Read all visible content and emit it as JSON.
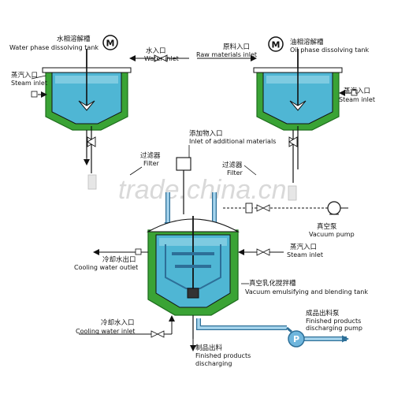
{
  "labels": {
    "water_tank_cn": "水相溶解槽",
    "water_tank_en": "Water phase dissolving tank",
    "water_inlet_cn": "水入口",
    "water_inlet_en": "Water inlet",
    "steam_inlet_left_cn": "蒸汽入口",
    "steam_inlet_left_en": "Steam inlet",
    "raw_inlet_cn": "原料入口",
    "raw_inlet_en": "Raw materials inlet",
    "oil_tank_cn": "油相溶解槽",
    "oil_tank_en": "Oil phase dissolving tank",
    "steam_inlet_right_cn": "蒸汽入口",
    "steam_inlet_right_en": "Steam inlet",
    "additional_cn": "添加物入口",
    "additional_en": "Inlet of additional materials",
    "filter_left_cn": "过滤器",
    "filter_left_en": "Filter",
    "filter_right_cn": "过滤器",
    "filter_right_en": "Filter",
    "vacuum_pump_cn": "真空泵",
    "vacuum_pump_en": "Vacuum pump",
    "cooling_outlet_cn": "冷却水出口",
    "cooling_outlet_en": "Cooling water outlet",
    "steam_inlet_main_cn": "蒸汽入口",
    "steam_inlet_main_en": "Steam inlet",
    "blending_tank_cn": "真空乳化搅拌槽",
    "blending_tank_en": "Vacuum emulsifying and blending tank",
    "cooling_inlet_cn": "冷却水入口",
    "cooling_inlet_en": "Cooling water inlet",
    "product_pump_cn": "成品出料泵",
    "product_pump_en1": "Finished products",
    "product_pump_en2": "discharging pump",
    "discharge_cn": "制品出料",
    "discharge_en1": "Finished products",
    "discharge_en2": "discharging",
    "motor_symbol": "M",
    "pump_symbol": "P",
    "watermark": "trade.china.cn"
  },
  "colors": {
    "jacket_green": "#3aa335",
    "jacket_dark": "#1e6e1e",
    "liquid_blue": "#4fb6d4",
    "liquid_light": "#9fd9ea",
    "pipe_blue": "#6fb6dd",
    "pipe_stroke": "#2d6f98",
    "line": "#111111"
  }
}
